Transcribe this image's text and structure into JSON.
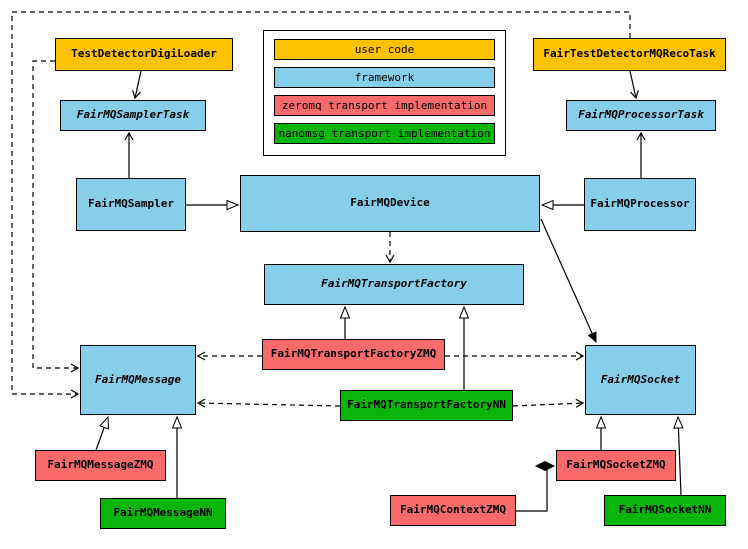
{
  "colors": {
    "user_code": "#ffc200",
    "framework": "#87ceeb",
    "zeromq": "#f96b6b",
    "nanomsg": "#09b509",
    "line": "#000000",
    "background": "#ffffff"
  },
  "legend": {
    "items": [
      {
        "label": "user code",
        "color": "#ffc200",
        "category": "user-code"
      },
      {
        "label": "framework",
        "color": "#87ceeb",
        "category": "framework"
      },
      {
        "label": "zeromq transport implementation",
        "color": "#f96b6b",
        "category": "zeromq"
      },
      {
        "label": "nanomsg transport implementation",
        "color": "#09b509",
        "category": "nanomsg"
      }
    ]
  },
  "nodes": {
    "testDetectorDigiLoader": {
      "label": "TestDetectorDigiLoader",
      "category": "user-code",
      "abstract": false
    },
    "fairTestDetectorMQRecoTask": {
      "label": "FairTestDetectorMQRecoTask",
      "category": "user-code",
      "abstract": false
    },
    "fairMQSamplerTask": {
      "label": "FairMQSamplerTask",
      "category": "framework",
      "abstract": true
    },
    "fairMQProcessorTask": {
      "label": "FairMQProcessorTask",
      "category": "framework",
      "abstract": true
    },
    "fairMQSampler": {
      "label": "FairMQSampler",
      "category": "framework",
      "abstract": false
    },
    "fairMQDevice": {
      "label": "FairMQDevice",
      "category": "framework",
      "abstract": false
    },
    "fairMQProcessor": {
      "label": "FairMQProcessor",
      "category": "framework",
      "abstract": false
    },
    "fairMQTransportFactory": {
      "label": "FairMQTransportFactory",
      "category": "framework",
      "abstract": true
    },
    "fairMQTransportFactoryZMQ": {
      "label": "FairMQTransportFactoryZMQ",
      "category": "zeromq",
      "abstract": false
    },
    "fairMQTransportFactoryNN": {
      "label": "FairMQTransportFactoryNN",
      "category": "nanomsg",
      "abstract": false
    },
    "fairMQMessage": {
      "label": "FairMQMessage",
      "category": "framework",
      "abstract": true
    },
    "fairMQSocket": {
      "label": "FairMQSocket",
      "category": "framework",
      "abstract": true
    },
    "fairMQMessageZMQ": {
      "label": "FairMQMessageZMQ",
      "category": "zeromq",
      "abstract": false
    },
    "fairMQMessageNN": {
      "label": "FairMQMessageNN",
      "category": "nanomsg",
      "abstract": false
    },
    "fairMQSocketZMQ": {
      "label": "FairMQSocketZMQ",
      "category": "zeromq",
      "abstract": false
    },
    "fairMQSocketNN": {
      "label": "FairMQSocketNN",
      "category": "nanomsg",
      "abstract": false
    },
    "fairMQContextZMQ": {
      "label": "FairMQContextZMQ",
      "category": "zeromq",
      "abstract": false
    }
  },
  "edges": [
    {
      "from": "TestDetectorDigiLoader",
      "to": "FairMQSamplerTask",
      "type": "arrow",
      "style": "solid"
    },
    {
      "from": "FairMQSampler",
      "to": "FairMQSamplerTask",
      "type": "arrow",
      "style": "solid"
    },
    {
      "from": "FairTestDetectorMQRecoTask",
      "to": "FairMQProcessorTask",
      "type": "arrow",
      "style": "solid"
    },
    {
      "from": "FairMQProcessor",
      "to": "FairMQProcessorTask",
      "type": "arrow",
      "style": "solid"
    },
    {
      "from": "FairMQSampler",
      "to": "FairMQDevice",
      "type": "inheritance",
      "style": "solid"
    },
    {
      "from": "FairMQProcessor",
      "to": "FairMQDevice",
      "type": "inheritance",
      "style": "solid"
    },
    {
      "from": "FairMQDevice",
      "to": "FairMQTransportFactory",
      "type": "dependency",
      "style": "dashed"
    },
    {
      "from": "FairMQTransportFactoryZMQ",
      "to": "FairMQTransportFactory",
      "type": "inheritance",
      "style": "solid"
    },
    {
      "from": "FairMQTransportFactoryNN",
      "to": "FairMQTransportFactory",
      "type": "inheritance",
      "style": "solid"
    },
    {
      "from": "FairMQTransportFactoryZMQ",
      "to": "FairMQMessage",
      "type": "dependency",
      "style": "dashed"
    },
    {
      "from": "FairMQTransportFactoryZMQ",
      "to": "FairMQSocket",
      "type": "dependency",
      "style": "dashed"
    },
    {
      "from": "FairMQTransportFactoryNN",
      "to": "FairMQMessage",
      "type": "dependency",
      "style": "dashed"
    },
    {
      "from": "FairMQTransportFactoryNN",
      "to": "FairMQSocket",
      "type": "dependency",
      "style": "dashed"
    },
    {
      "from": "FairMQDevice",
      "to": "FairMQSocket",
      "type": "association",
      "style": "solid"
    },
    {
      "from": "FairMQMessageZMQ",
      "to": "FairMQMessage",
      "type": "inheritance",
      "style": "solid"
    },
    {
      "from": "FairMQMessageNN",
      "to": "FairMQMessage",
      "type": "inheritance",
      "style": "solid"
    },
    {
      "from": "FairMQSocketZMQ",
      "to": "FairMQSocket",
      "type": "inheritance",
      "style": "solid"
    },
    {
      "from": "FairMQSocketNN",
      "to": "FairMQSocket",
      "type": "inheritance",
      "style": "solid"
    },
    {
      "from": "FairMQContextZMQ",
      "to": "FairMQSocketZMQ",
      "type": "composition",
      "style": "solid"
    },
    {
      "from": "TestDetectorDigiLoader",
      "to": "FairMQMessage",
      "type": "dependency",
      "style": "dashed"
    },
    {
      "from": "FairTestDetectorMQRecoTask",
      "to": "FairMQMessage",
      "type": "dependency",
      "style": "dashed"
    }
  ]
}
